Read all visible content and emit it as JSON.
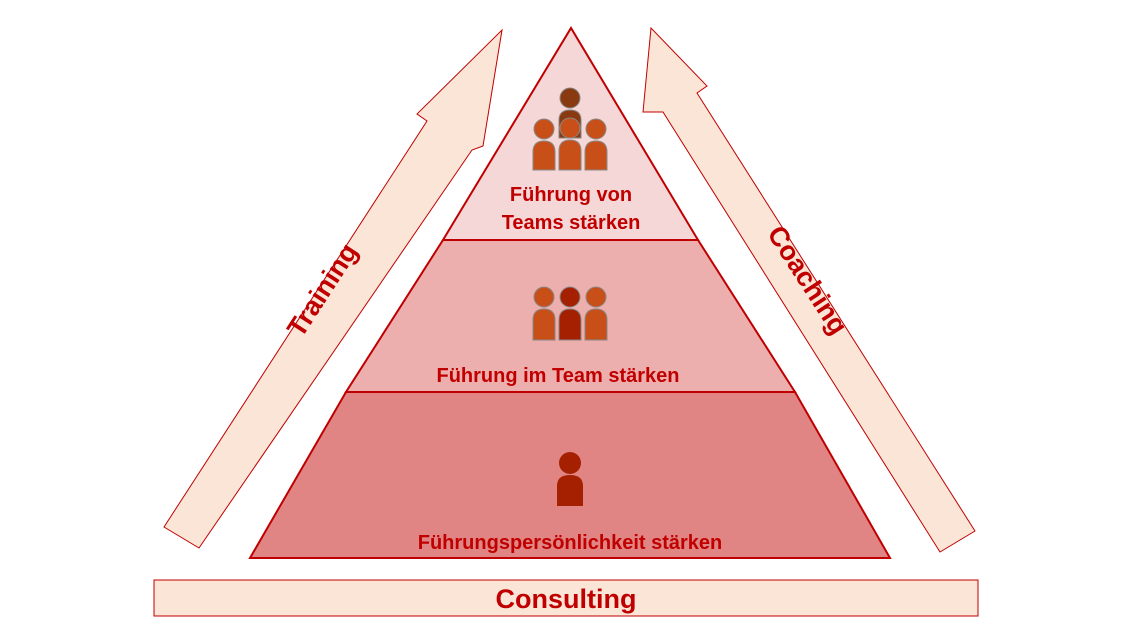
{
  "colors": {
    "accent": "#c00000",
    "arrow_fill": "#fbe5d6",
    "tier_top": "#f6d7d7",
    "tier_middle": "#edaeae",
    "tier_bottom": "#e08484",
    "person_orange": "#c85018",
    "person_dark": "#a42000",
    "person_brown": "#8a3a10"
  },
  "arrows": {
    "left_label": "Training",
    "right_label": "Coaching"
  },
  "pyramid": {
    "tiers": [
      {
        "line1": "Führung von",
        "line2": "Teams stärken",
        "icon": "group-of-teams-icon"
      },
      {
        "line1": "Führung im Team stärken",
        "icon": "team-icon"
      },
      {
        "line1": "Führungspersönlichkeit stärken",
        "icon": "person-icon"
      }
    ]
  },
  "bottom_bar": {
    "label": "Consulting"
  }
}
